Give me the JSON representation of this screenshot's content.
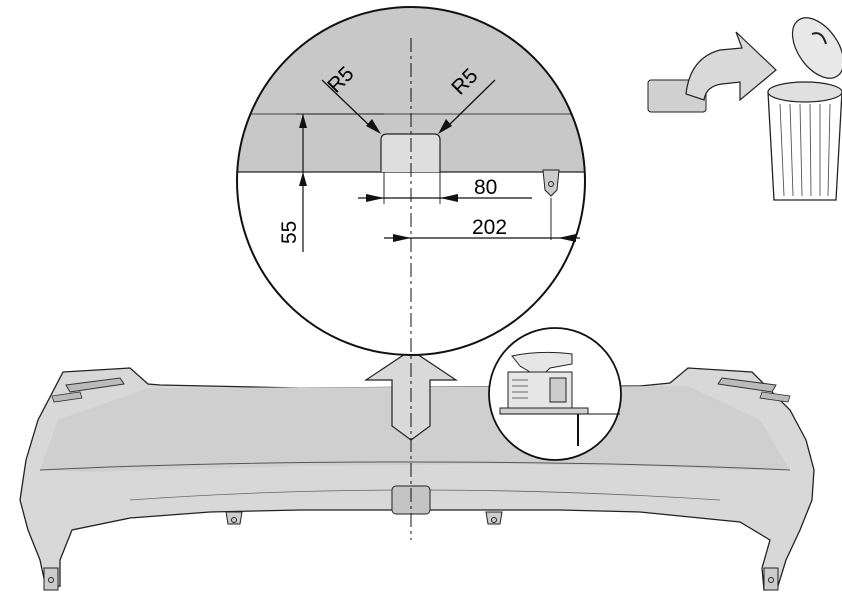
{
  "dimensions": {
    "radius_left": "R5",
    "radius_right": "R5",
    "cutout_width": "80",
    "distance_to_bracket": "202",
    "cutout_height": "55"
  },
  "icons": {
    "discard": "trash-can-icon",
    "tool": "jigsaw-icon",
    "direction": "up-arrow-icon"
  }
}
